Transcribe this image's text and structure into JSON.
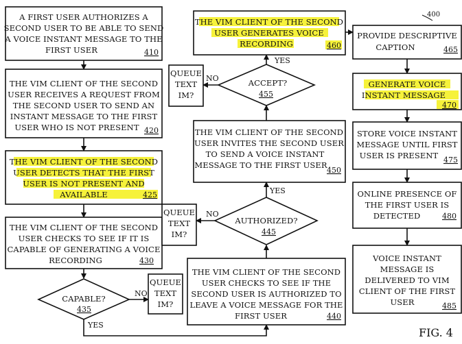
{
  "figure_label": "FIG. 4",
  "figure_ref": "400",
  "nodes": {
    "n410": {
      "lines": [
        "A FIRST USER AUTHORIZES A",
        "SECOND USER TO BE ABLE TO SEND",
        "A VOICE INSTANT MESSAGE TO THE",
        "FIRST USER"
      ],
      "num": "410"
    },
    "n420": {
      "lines": [
        "THE VIM CLIENT OF THE SECOND",
        "USER RECEIVES A REQUEST FROM",
        "THE SECOND USER TO SEND AN",
        "INSTANT MESSAGE TO THE FIRST",
        "USER WHO IS NOT PRESENT"
      ],
      "num": "420"
    },
    "n425": {
      "lines": [
        "THE VIM CLIENT OF THE SECOND",
        "USER DETECTS THAT THE FIRST",
        "USER IS NOT PRESENT AND",
        "AVAILABLE"
      ],
      "num": "425"
    },
    "n430": {
      "lines": [
        "THE VIM CLIENT OF THE SECOND",
        "USER CHECKS TO SEE IF IT IS",
        "CAPABLE OF GENERATING A VOICE",
        "RECORDING"
      ],
      "num": "430"
    },
    "n435": {
      "lines": [
        "CAPABLE?"
      ],
      "num": "435"
    },
    "n440": {
      "lines": [
        "THE VIM CLIENT OF THE SECOND",
        "USER CHECKS TO SEE IF THE",
        "SECOND USER IS AUTHORIZED TO",
        "LEAVE A VOICE MESSAGE FOR THE",
        "FIRST USER"
      ],
      "num": "440"
    },
    "n445": {
      "lines": [
        "AUTHORIZED?"
      ],
      "num": "445"
    },
    "n450": {
      "lines": [
        "THE VIM CLIENT OF THE SECOND",
        "USER INVITES THE SECOND USER",
        "TO SEND A VOICE INSTANT",
        "MESSAGE TO THE FIRST USER"
      ],
      "num": "450"
    },
    "n455": {
      "lines": [
        "ACCEPT?"
      ],
      "num": "455"
    },
    "n460": {
      "lines": [
        "THE VIM CLIENT OF THE SECOND",
        "USER GENERATES VOICE",
        "RECORDING"
      ],
      "num": "460"
    },
    "n465": {
      "lines": [
        "PROVIDE DESCRIPTIVE",
        "CAPTION"
      ],
      "num": "465"
    },
    "n470": {
      "lines": [
        "GENERATE VOICE",
        "INSTANT MESSAGE"
      ],
      "num": "470"
    },
    "n475": {
      "lines": [
        "STORE VOICE INSTANT",
        "MESSAGE UNTIL FIRST",
        "USER IS PRESENT"
      ],
      "num": "475"
    },
    "n480": {
      "lines": [
        "ONLINE PRESENCE OF",
        "THE FIRST USER IS",
        "DETECTED"
      ],
      "num": "480"
    },
    "n485": {
      "lines": [
        "VOICE INSTANT",
        "MESSAGE IS",
        "DELIVERED TO VIM",
        "CLIENT OF THE FIRST",
        "USER"
      ],
      "num": "485"
    },
    "q1": {
      "lines": [
        "QUEUE",
        "TEXT",
        "IM?"
      ]
    },
    "q2": {
      "lines": [
        "QUEUE",
        "TEXT",
        "IM?"
      ]
    },
    "q3": {
      "lines": [
        "QUEUE",
        "TEXT",
        "IM?"
      ]
    }
  },
  "edge_labels": {
    "yes_435": "YES",
    "no_435": "NO",
    "yes_445": "YES",
    "no_445": "NO",
    "yes_455": "YES",
    "no_455": "NO"
  },
  "highlight_color": "#f6f23a"
}
